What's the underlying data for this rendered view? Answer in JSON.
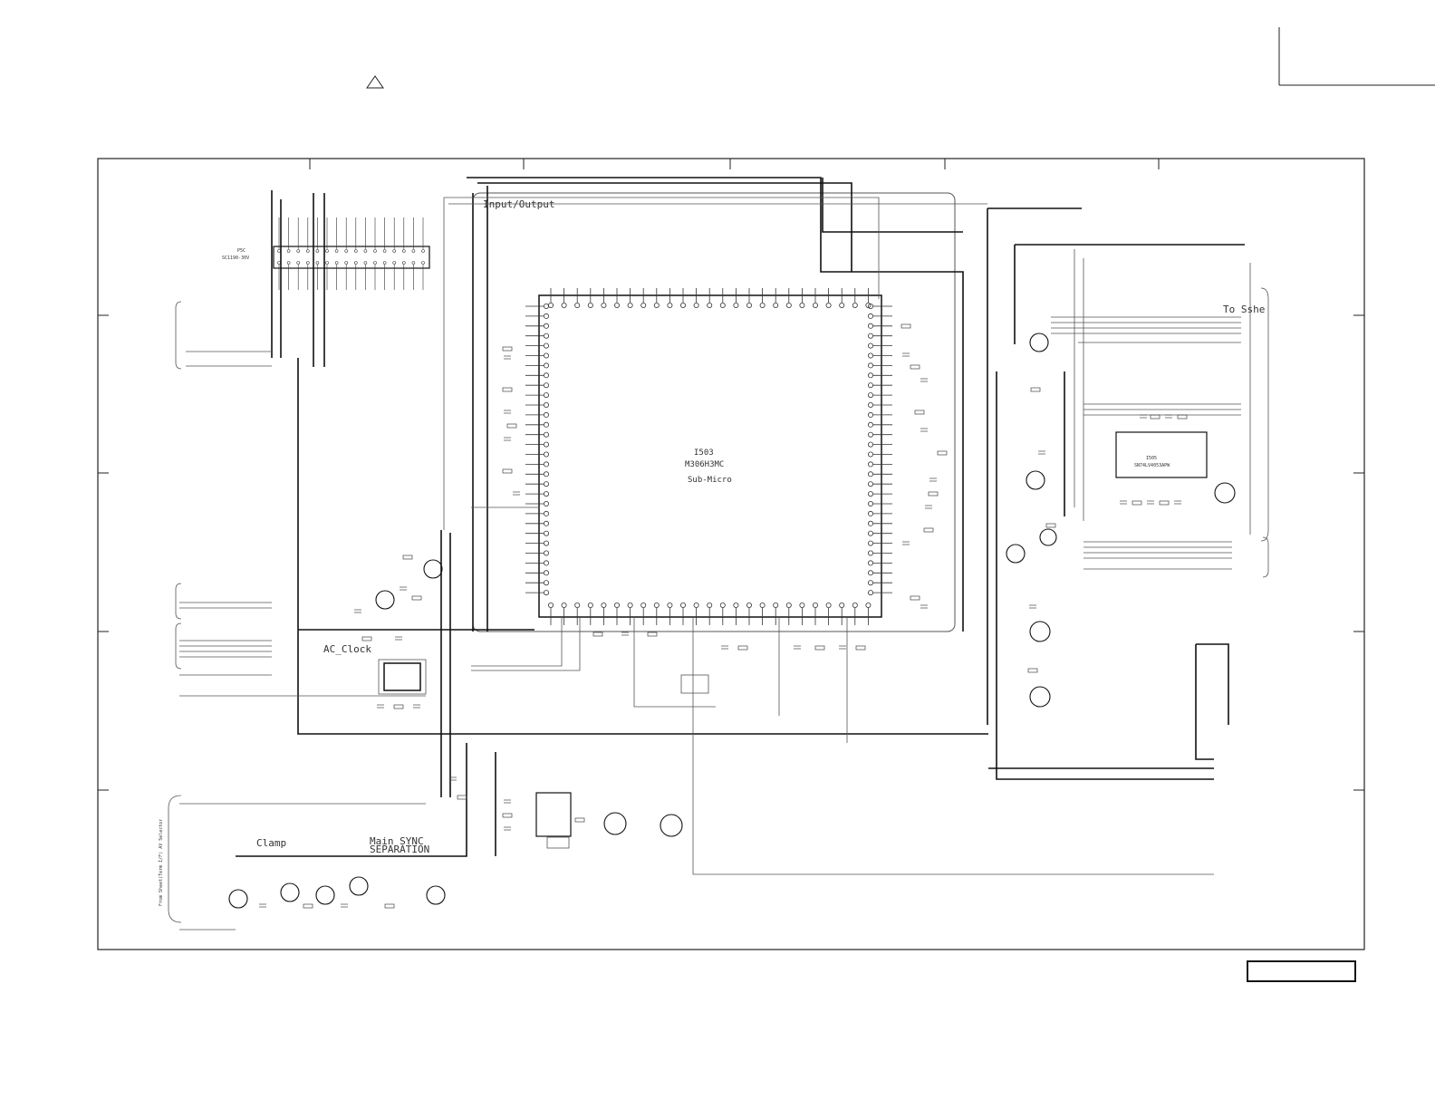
{
  "sheet": {
    "header_caution_symbol": "warning-triangle",
    "block_labels": {
      "input_output": "Input/Output",
      "ac_clock": "AC_Clock",
      "clamp": "Clamp",
      "main_sync_line1": "Main SYNC",
      "main_sync_line2": "SEPARATION",
      "av_selector": "From Sheet(Term I/F) AV Selector"
    },
    "ic_main": {
      "ref": "I503",
      "part": "M306H3MC",
      "function": "Sub-Micro"
    },
    "ic_right": {
      "ref": "I505",
      "part": "SN74LV4053APW"
    },
    "connector": {
      "ref": "P5C",
      "part": "SC1190-30V"
    },
    "right_block_title": "To Sshe",
    "colors": {
      "line": "#1a1a1a",
      "thin_line": "#555555",
      "text": "#333333",
      "background": "#ffffff"
    }
  }
}
